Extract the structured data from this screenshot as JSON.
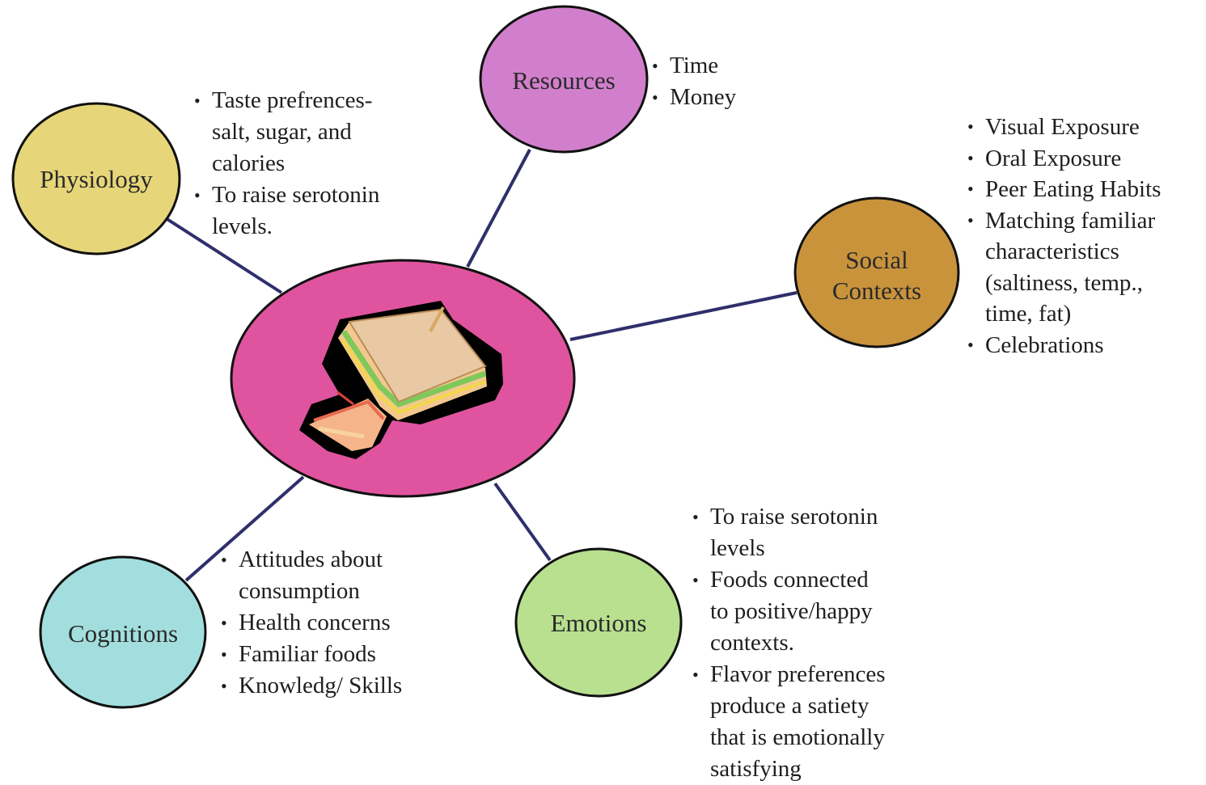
{
  "colors": {
    "connector": "#2f2f6b",
    "center_fill": "#e0549f",
    "physiology_fill": "#e7d679",
    "resources_fill": "#d17fcc",
    "social_fill": "#c9933c",
    "cognitions_fill": "#a3dede",
    "emotions_fill": "#b8e08f",
    "outline": "#111111"
  },
  "center": {
    "icon": "sandwich-icon"
  },
  "nodes": {
    "physiology": {
      "label": "Physiology",
      "bullets": [
        [
          "Taste prefrences-",
          "salt, sugar, and",
          "calories"
        ],
        [
          "To raise serotonin",
          "levels."
        ]
      ]
    },
    "resources": {
      "label": "Resources",
      "bullets": [
        [
          "Time"
        ],
        [
          "Money"
        ]
      ]
    },
    "social": {
      "label_line1": "Social",
      "label_line2": "Contexts",
      "bullets": [
        [
          "Visual Exposure"
        ],
        [
          "Oral Exposure"
        ],
        [
          "Peer Eating Habits"
        ],
        [
          "Matching familiar",
          "characteristics",
          "(saltiness, temp.,",
          "time, fat)"
        ],
        [
          "Celebrations"
        ]
      ]
    },
    "cognitions": {
      "label": "Cognitions",
      "bullets": [
        [
          "Attitudes about",
          "consumption"
        ],
        [
          "Health concerns"
        ],
        [
          "Familiar foods"
        ],
        [
          "Knowledg/ Skills"
        ]
      ]
    },
    "emotions": {
      "label": "Emotions",
      "bullets": [
        [
          "To raise serotonin",
          "levels"
        ],
        [
          "Foods connected",
          "to positive/happy",
          "contexts."
        ],
        [
          "Flavor preferences",
          "produce a satiety",
          "that is emotionally",
          "satisfying"
        ]
      ]
    }
  }
}
